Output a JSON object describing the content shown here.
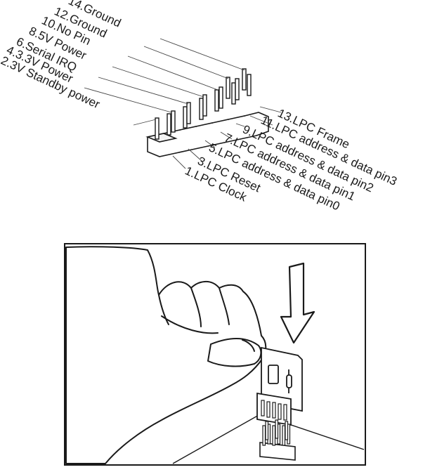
{
  "pinout": {
    "left_labels": [
      "14.Ground",
      "12.Ground",
      "10.No Pin",
      "8.5V Power",
      "6.Serial IRQ",
      "4.3.3V Power",
      "2.3V Standby power"
    ],
    "right_labels": [
      "13.LPC Frame",
      "11.LPC address & data pin3",
      "9.LPC address & data pin2",
      "7.LPC address & data pin1",
      "5.LPC address & data pin0",
      "3.LPC Reset",
      "1.LPC Clock"
    ]
  },
  "illustration": {
    "arrow_direction": "down",
    "subject": "hand-inserting-module-onto-header"
  }
}
